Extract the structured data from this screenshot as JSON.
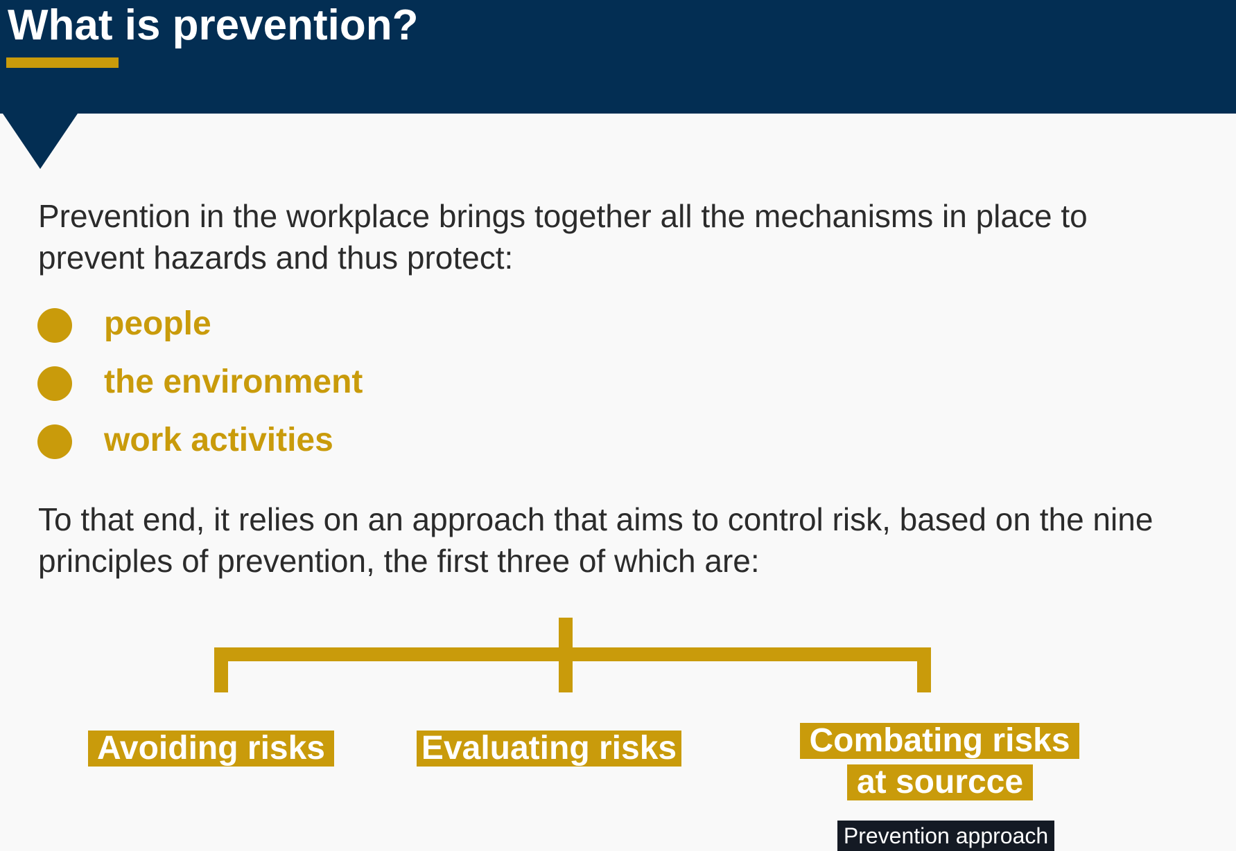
{
  "header": {
    "title": "What is prevention?"
  },
  "intro": {
    "text": "Prevention in the workplace brings together all the mechanisms in place to prevent hazards and thus protect:"
  },
  "protected_items": [
    "people",
    "the environment",
    "work activities"
  ],
  "approach": {
    "text": "To that end, it relies on an approach that aims to control risk, based on the nine principles of prevention, the first three of which are:"
  },
  "principles": {
    "first": "Avoiding risks",
    "second": "Evaluating risks",
    "third_line1": "Combating risks",
    "third_line2": "at sourcce"
  },
  "tooltip": {
    "text": "Prevention approach"
  },
  "colors": {
    "navy": "#032e53",
    "gold": "#c99b0b",
    "background": "#f9f9f9",
    "text": "#2b2b2b",
    "tooltip_bg": "#141a24"
  }
}
